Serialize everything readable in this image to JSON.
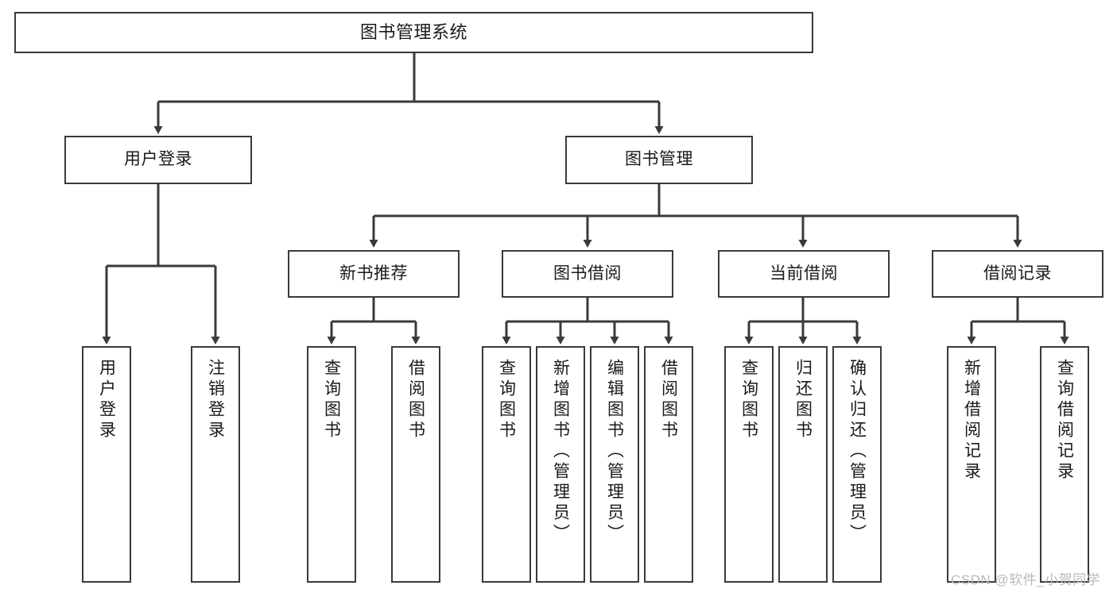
{
  "diagram": {
    "title": "图书管理系统",
    "type": "tree",
    "root": {
      "id": "root",
      "label": "图书管理系统"
    },
    "level2": [
      {
        "id": "user-login",
        "label": "用户登录"
      },
      {
        "id": "book-manage",
        "label": "图书管理"
      }
    ],
    "level3": [
      {
        "id": "new-book-recommend",
        "label": "新书推荐"
      },
      {
        "id": "book-borrow",
        "label": "图书借阅"
      },
      {
        "id": "current-borrow",
        "label": "当前借阅"
      },
      {
        "id": "borrow-record",
        "label": "借阅记录"
      }
    ],
    "leaves": [
      {
        "id": "leaf-user-login",
        "label": "用户登录",
        "parent": "user-login"
      },
      {
        "id": "leaf-user-logout",
        "label": "注销登录",
        "parent": "user-login"
      },
      {
        "id": "leaf-query-book-1",
        "label": "查询图书",
        "parent": "new-book-recommend"
      },
      {
        "id": "leaf-borrow-book-1",
        "label": "借阅图书",
        "parent": "new-book-recommend"
      },
      {
        "id": "leaf-query-book-2",
        "label": "查询图书",
        "parent": "book-borrow"
      },
      {
        "id": "leaf-add-book",
        "label": "新增图书（管理员）",
        "parent": "book-borrow"
      },
      {
        "id": "leaf-edit-book",
        "label": "编辑图书（管理员）",
        "parent": "book-borrow"
      },
      {
        "id": "leaf-borrow-book-2",
        "label": "借阅图书",
        "parent": "book-borrow"
      },
      {
        "id": "leaf-query-book-3",
        "label": "查询图书",
        "parent": "current-borrow"
      },
      {
        "id": "leaf-return-book",
        "label": "归还图书",
        "parent": "current-borrow"
      },
      {
        "id": "leaf-confirm-return",
        "label": "确认归还（管理员）",
        "parent": "current-borrow"
      },
      {
        "id": "leaf-add-record",
        "label": "新增借阅记录",
        "parent": "borrow-record"
      },
      {
        "id": "leaf-query-record",
        "label": "查询借阅记录",
        "parent": "borrow-record"
      }
    ]
  },
  "watermark": {
    "text": "CSDN @软件_小贺同学"
  },
  "colors": {
    "stroke": "#3a3a3a",
    "fill": "#ffffff",
    "text": "#1a1a1a",
    "watermark": "#b9b9b9"
  }
}
